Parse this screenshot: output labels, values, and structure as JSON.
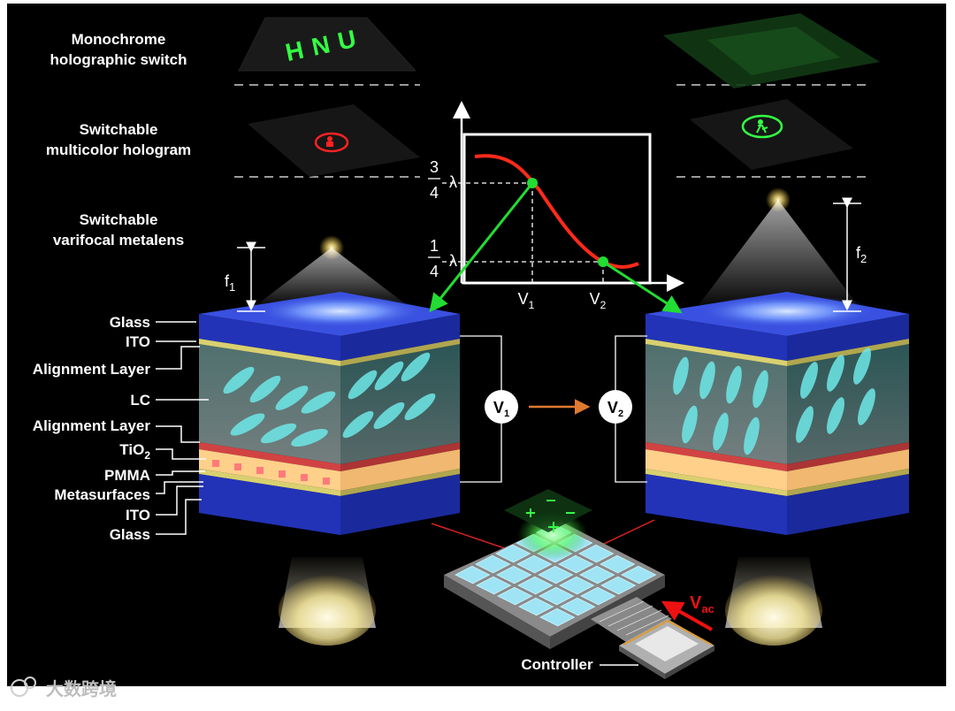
{
  "sections": {
    "monochrome": "Monochrome holographic switch",
    "monochrome_l1": "Monochrome",
    "monochrome_l2": "holographic switch",
    "multicolor_l1": "Switchable",
    "multicolor_l2": "multicolor hologram",
    "varifocal_l1": "Switchable",
    "varifocal_l2": "varifocal metalens"
  },
  "hologram_text": "HNU",
  "layers": {
    "glass_top": "Glass",
    "ito_top": "ITO",
    "align_top": "Alignment Layer",
    "lc": "LC",
    "align_bottom": "Alignment Layer",
    "tio2_base": "TiO",
    "tio2_sub": "2",
    "pmma": "PMMA",
    "metasurfaces": "Metasurfaces",
    "ito_bottom": "ITO",
    "glass_bottom": "Glass"
  },
  "focal": {
    "f1_base": "f",
    "f1_sub": "1",
    "f2_base": "f",
    "f2_sub": "2"
  },
  "voltages": {
    "v1_base": "V",
    "v1_sub": "1",
    "v2_base": "V",
    "v2_sub": "2",
    "vac_base": "V",
    "vac_sub": "ac"
  },
  "graph": {
    "y_high_num": "3",
    "y_high_den": "4",
    "y_high_sym": "λ",
    "y_low_num": "1",
    "y_low_den": "4",
    "y_low_sym": "λ",
    "x1_base": "V",
    "x1_sub": "1",
    "x2_base": "V",
    "x2_sub": "2"
  },
  "controller": "Controller",
  "watermark": "大数跨境",
  "colors": {
    "background": "#000000",
    "glass": "#2a3fd0",
    "lc": "#7fe6e6",
    "curve": "#ff2a1a",
    "arrow_green": "#22dd33",
    "hologram_green": "#33ff44",
    "hologram_red": "#ff2222",
    "tio2_red": "#e84a4a",
    "pmma_yellow": "#ffcf7a",
    "arrow_orange": "#e07a30"
  }
}
